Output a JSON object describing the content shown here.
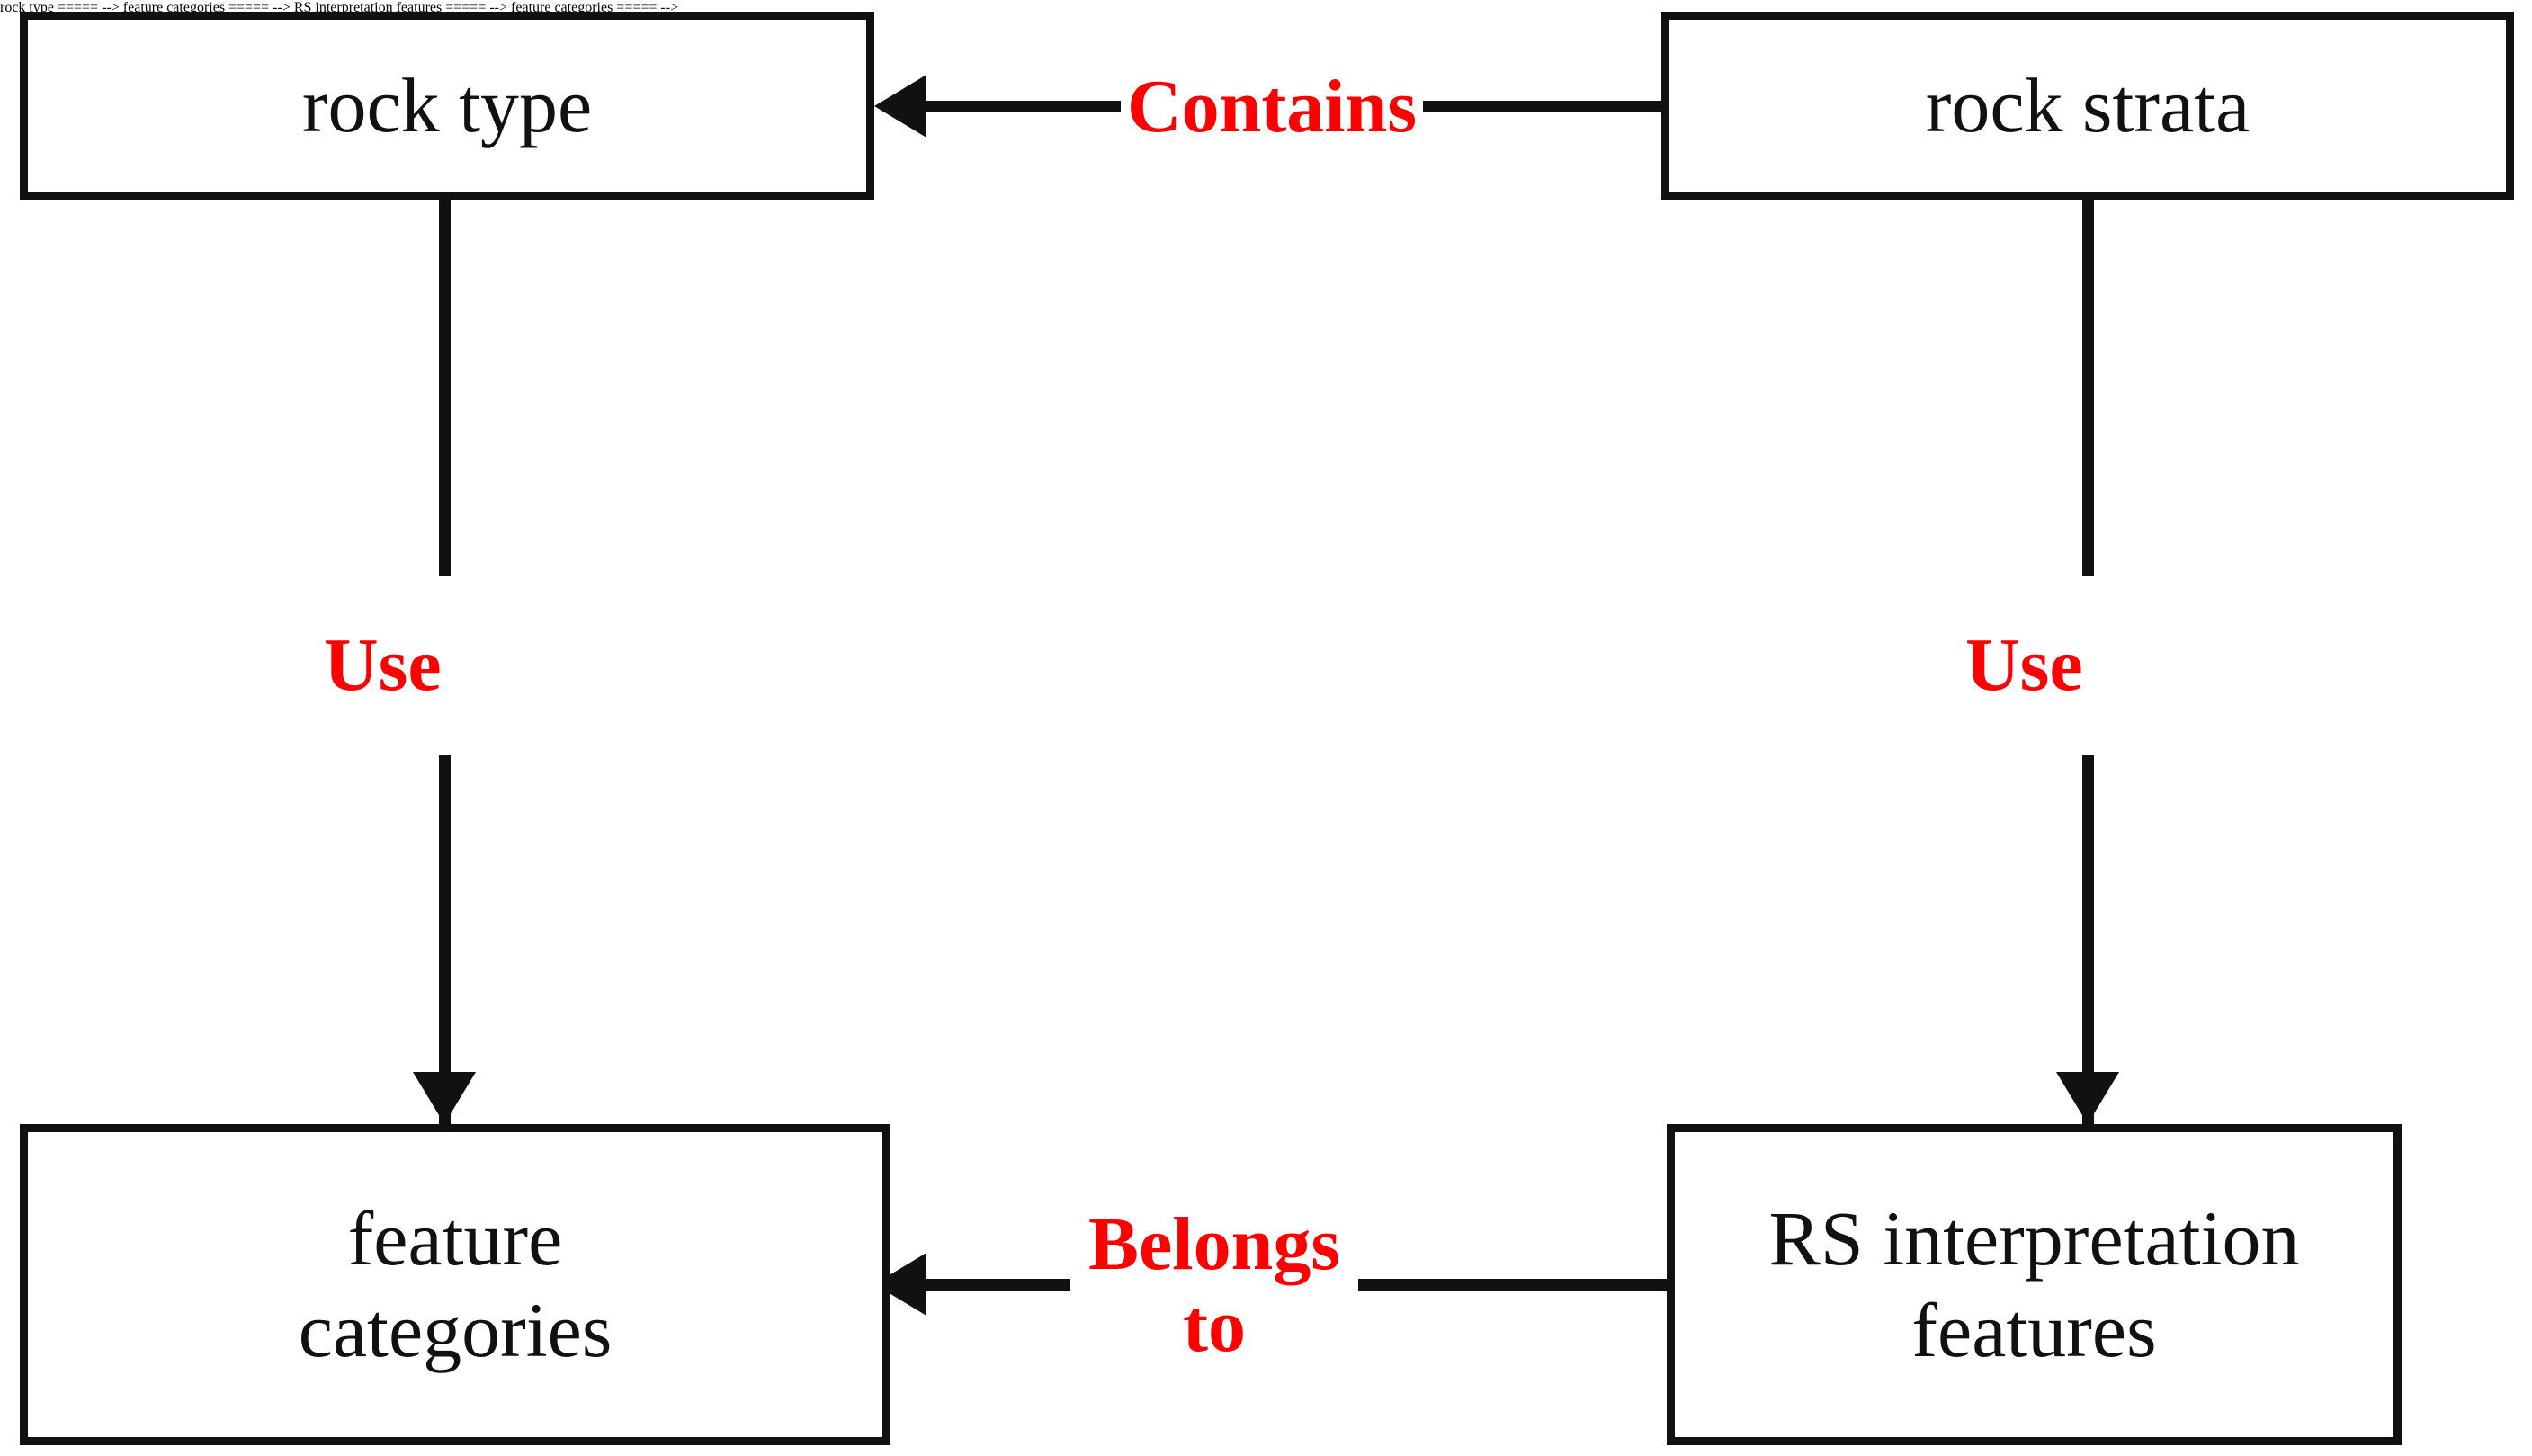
{
  "diagram": {
    "type": "entity-relationship-flow",
    "background_color": "#ffffff",
    "node_border_color": "#111111",
    "node_text_color": "#111111",
    "relation_text_color": "#fe0000",
    "nodes": [
      {
        "id": "rock-type",
        "label": "rock type"
      },
      {
        "id": "rock-strata",
        "label": "rock strata"
      },
      {
        "id": "feature-categories",
        "label": "feature\ncategories"
      },
      {
        "id": "rs-interpretation-features",
        "label": "RS interpretation\nfeatures"
      }
    ],
    "relations": [
      {
        "id": "contains",
        "label": "Contains",
        "from": "rock-strata",
        "to": "rock-type",
        "direction": "left"
      },
      {
        "id": "use-left",
        "label": "Use",
        "from": "rock-type",
        "to": "feature-categories",
        "direction": "down"
      },
      {
        "id": "use-right",
        "label": "Use",
        "from": "rock-strata",
        "to": "rs-interpretation-features",
        "direction": "down"
      },
      {
        "id": "belongs-to",
        "label": "Belongs\nto",
        "from": "rs-interpretation-features",
        "to": "feature-categories",
        "direction": "left"
      }
    ]
  }
}
